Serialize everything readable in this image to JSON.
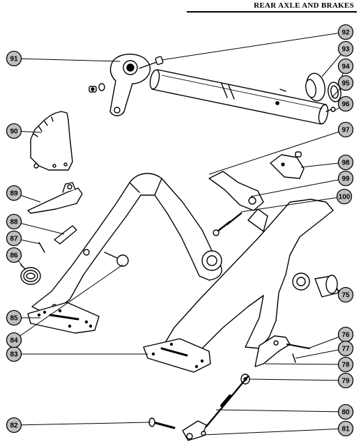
{
  "header": {
    "title": "REAR AXLE AND BRAKES"
  },
  "callouts": [
    "75",
    "76",
    "77",
    "78",
    "79",
    "80",
    "81",
    "82",
    "83",
    "84",
    "85",
    "86",
    "87",
    "88",
    "89",
    "90",
    "91",
    "92",
    "93",
    "94",
    "95",
    "96",
    "97",
    "98",
    "99",
    "100"
  ],
  "colors": {
    "ink": "#000000",
    "paper": "#ffffff",
    "shade": "#bfbfbf"
  }
}
